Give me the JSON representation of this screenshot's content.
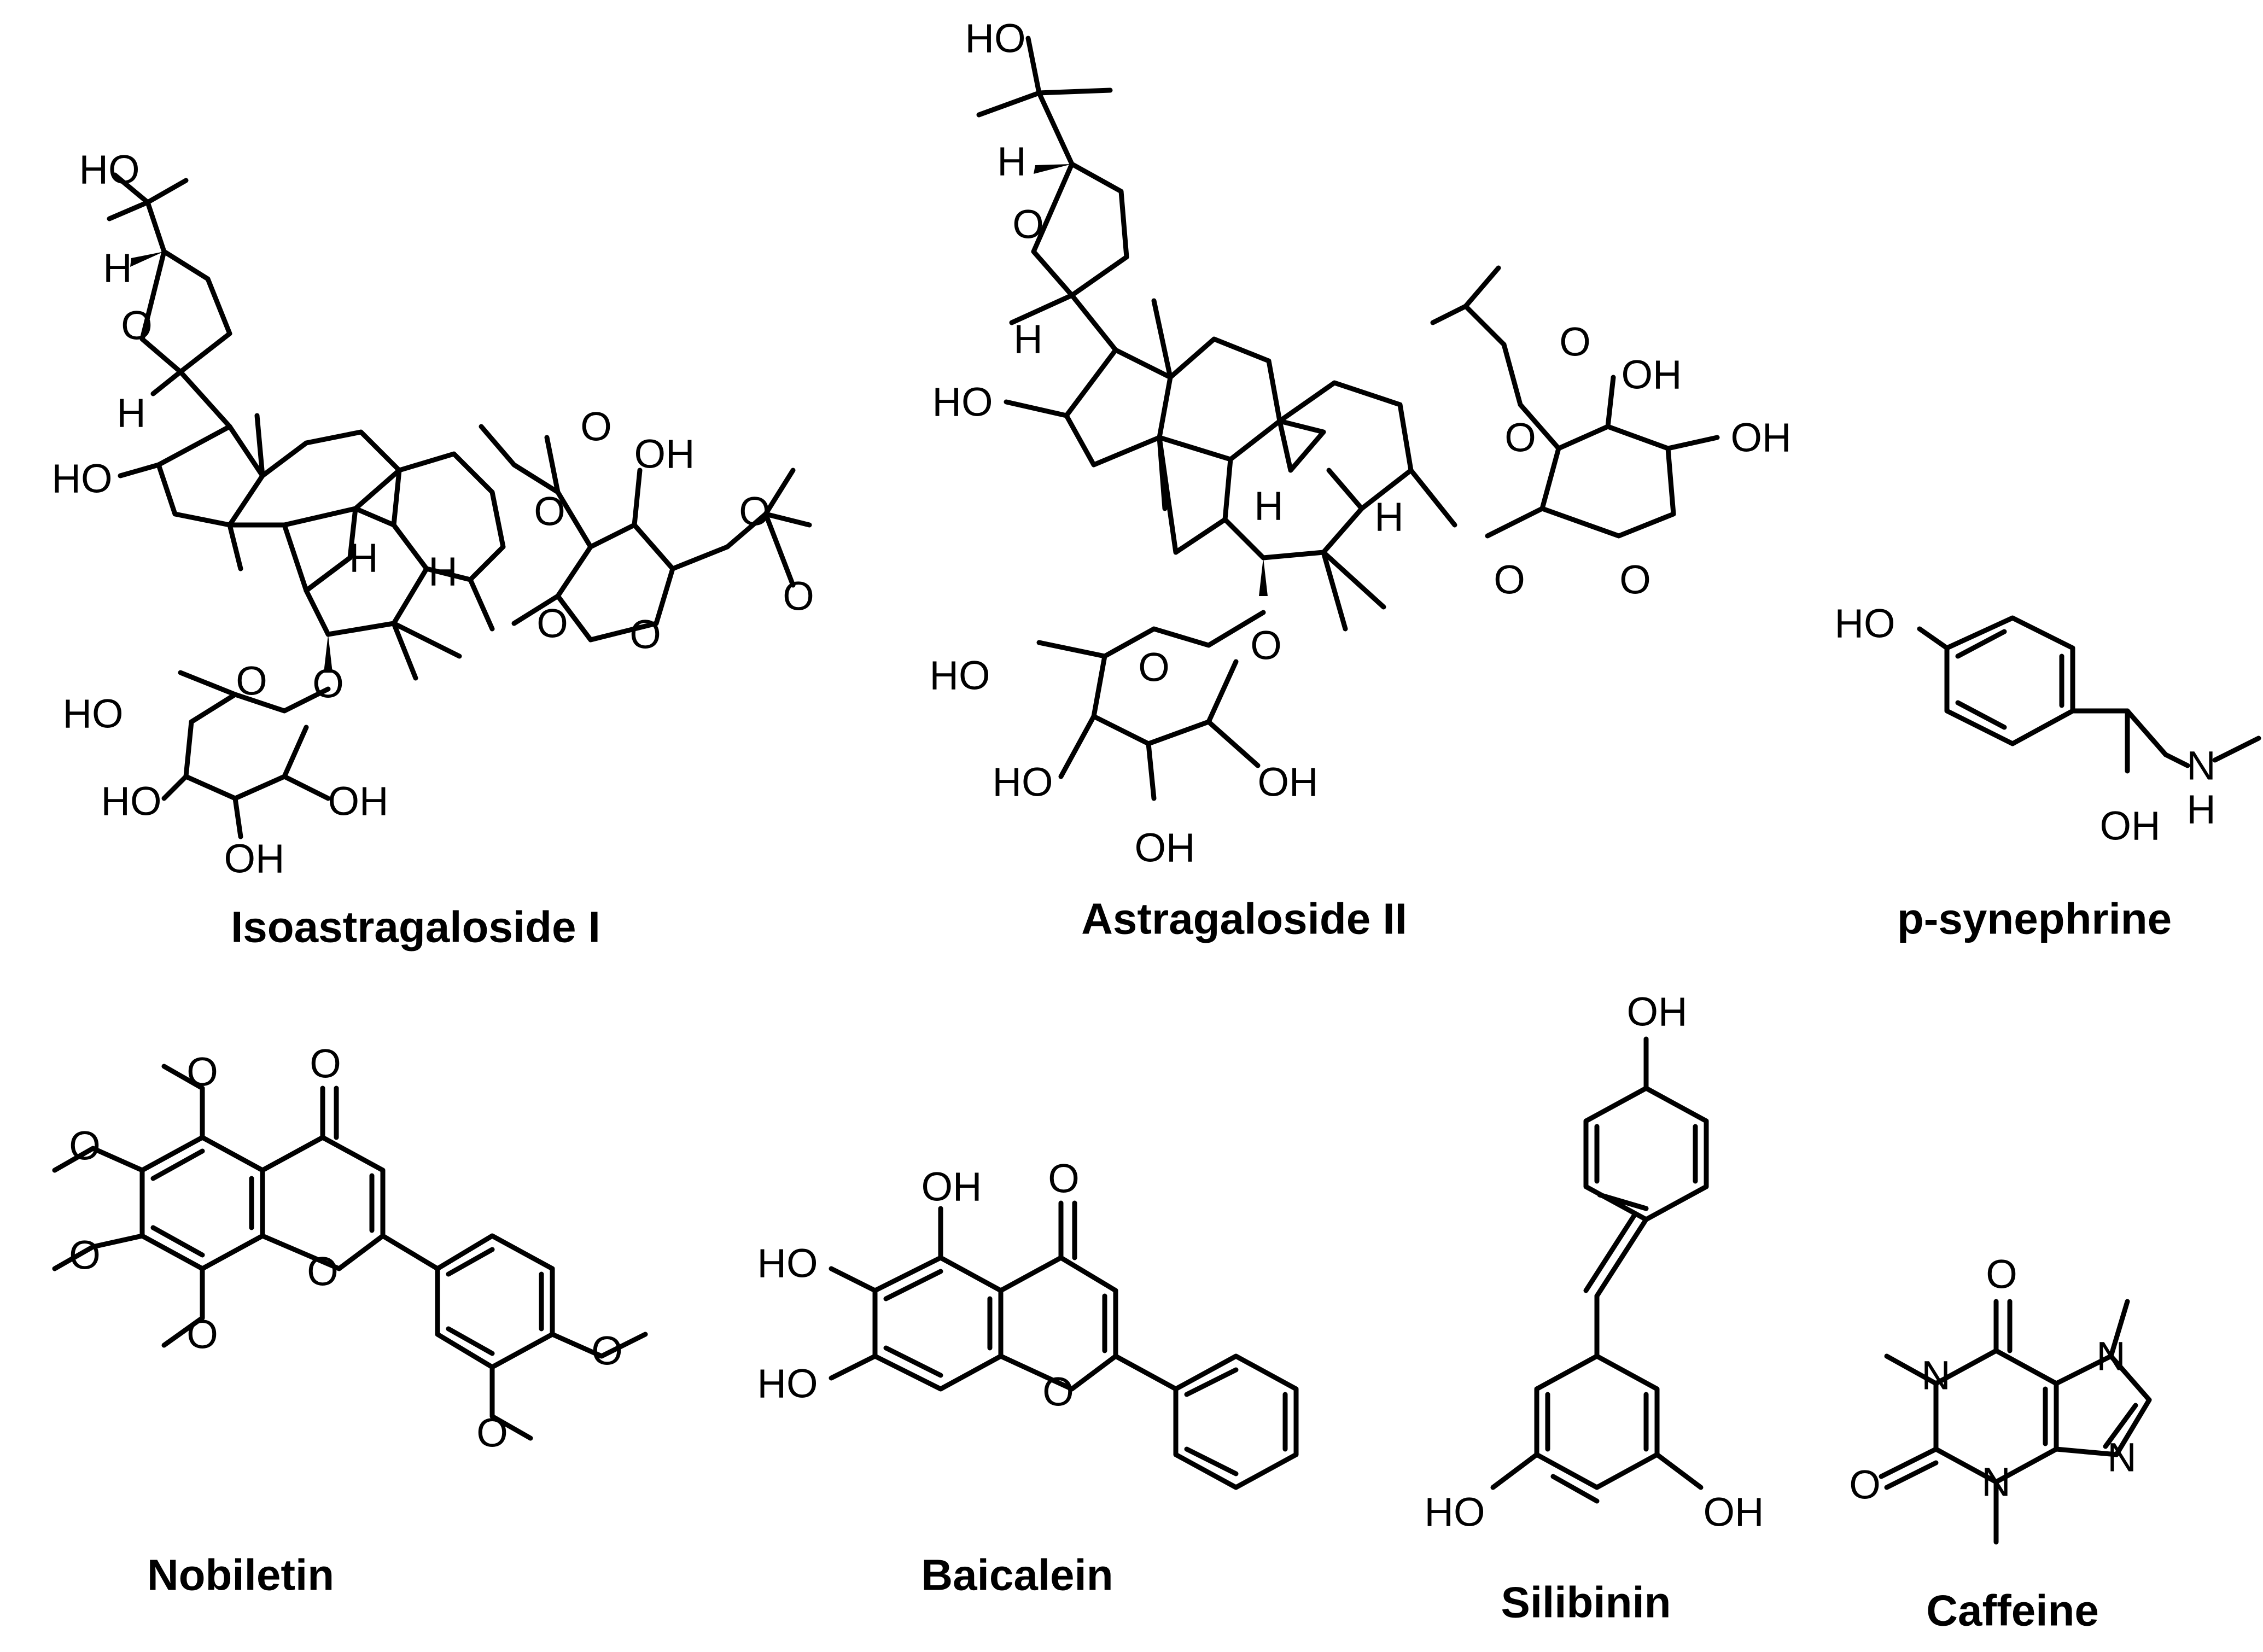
{
  "compounds": [
    {
      "name": "Isoastragaloside I"
    },
    {
      "name": "Astragaloside II"
    },
    {
      "name": "p-synephrine"
    },
    {
      "name": "Nobiletin"
    },
    {
      "name": "Baicalein"
    },
    {
      "name": "Silibinin"
    },
    {
      "name": "Caffeine"
    }
  ],
  "atom_labels": {
    "hydroxyl": "OH",
    "hydroxyl_left": "HO",
    "oxygen": "O",
    "nitrogen": "N",
    "hydrogen": "H"
  }
}
